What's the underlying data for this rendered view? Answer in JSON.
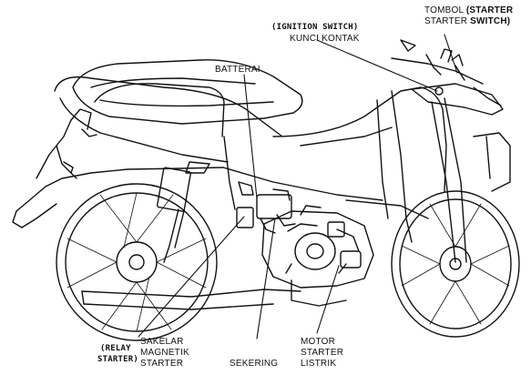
{
  "labels": {
    "tombol": "TOMBOL",
    "starter_en": "(STARTER",
    "starter_starter": "STARTER",
    "switch_en": "SWITCH)",
    "ignition_en": "(IGNITION SWITCH)",
    "kunci_kontak": "KUNCI KONTAK",
    "batterai": "BATTERAI",
    "relay_en_1": "(RELAY",
    "relay_en_2": "STARTER)",
    "sakelar_1": "SAKELAR",
    "sakelar_2": "MAGNETIK",
    "sakelar_3": "STARTER",
    "sekering": "SEKERING",
    "motor_1": "MOTOR",
    "motor_2": "STARTER",
    "motor_3": "LISTRIK"
  },
  "colors": {
    "line": "#111111",
    "background": "#ffffff"
  }
}
